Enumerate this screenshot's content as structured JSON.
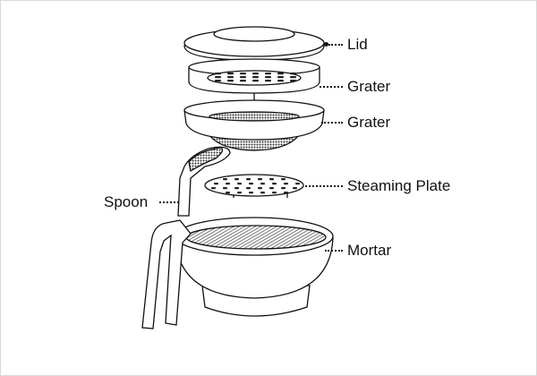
{
  "labels": {
    "lid": "Lid",
    "grater_top": "Grater",
    "grater_bottom": "Grater",
    "steaming_plate": "Steaming Plate",
    "mortar": "Mortar",
    "spoon": "Spoon"
  }
}
